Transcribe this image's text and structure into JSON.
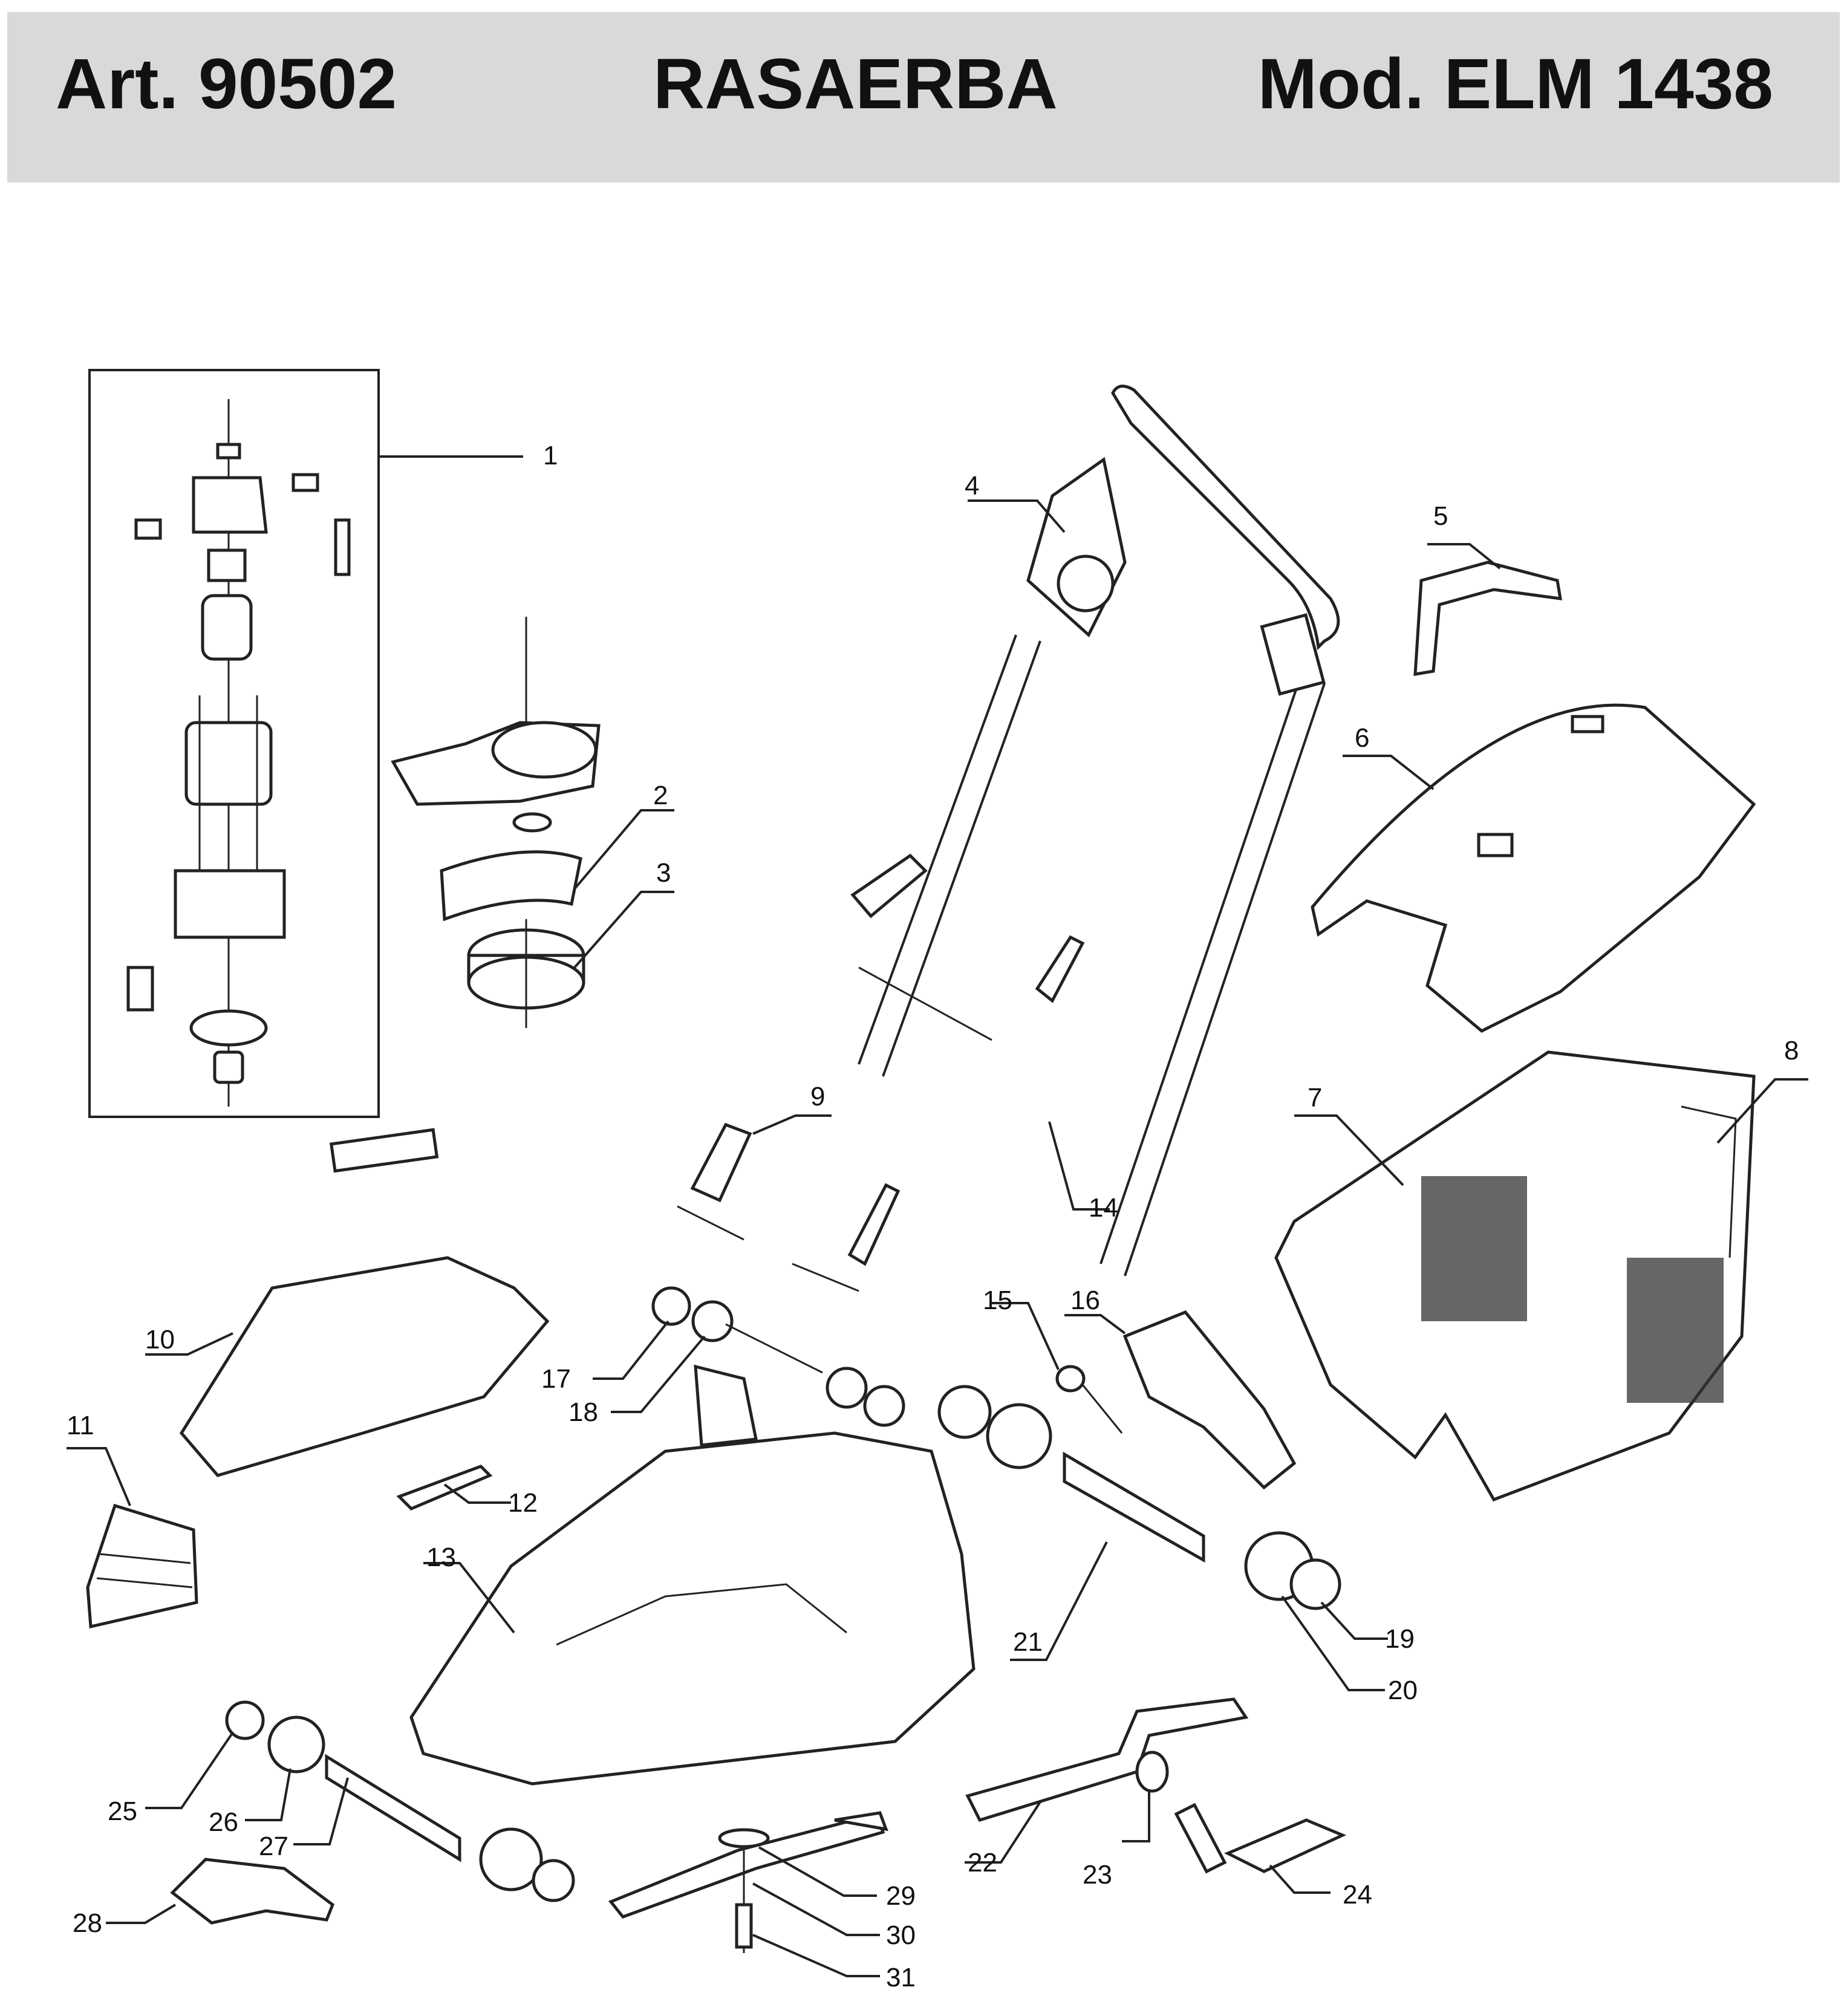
{
  "header": {
    "article": "Art. 90502",
    "title": "RASAERBA",
    "model": "Mod. ELM 1438"
  },
  "callouts": [
    {
      "id": "1",
      "text": "1"
    },
    {
      "id": "2",
      "text": "2"
    },
    {
      "id": "3",
      "text": "3"
    },
    {
      "id": "4",
      "text": "4"
    },
    {
      "id": "5",
      "text": "5"
    },
    {
      "id": "6",
      "text": "6"
    },
    {
      "id": "7",
      "text": "7"
    },
    {
      "id": "8",
      "text": "8"
    },
    {
      "id": "9",
      "text": "9"
    },
    {
      "id": "10",
      "text": "10"
    },
    {
      "id": "11",
      "text": "11"
    },
    {
      "id": "12",
      "text": "12"
    },
    {
      "id": "13",
      "text": "13"
    },
    {
      "id": "14",
      "text": "14"
    },
    {
      "id": "15",
      "text": "15"
    },
    {
      "id": "16",
      "text": "16"
    },
    {
      "id": "17",
      "text": "17"
    },
    {
      "id": "18",
      "text": "18"
    },
    {
      "id": "19",
      "text": "19"
    },
    {
      "id": "20",
      "text": "20"
    },
    {
      "id": "21",
      "text": "21"
    },
    {
      "id": "22",
      "text": "22"
    },
    {
      "id": "23",
      "text": "23"
    },
    {
      "id": "24",
      "text": "24"
    },
    {
      "id": "25",
      "text": "25"
    },
    {
      "id": "26",
      "text": "26"
    },
    {
      "id": "27",
      "text": "27"
    },
    {
      "id": "28",
      "text": "28"
    },
    {
      "id": "29",
      "text": "29"
    },
    {
      "id": "30",
      "text": "30"
    },
    {
      "id": "31",
      "text": "31"
    }
  ]
}
